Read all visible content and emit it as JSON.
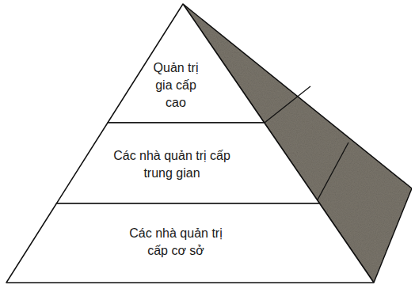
{
  "diagram": {
    "nodes": [
      {
        "text": [
          "Quản trị gia cấp cao"
        ]
      },
      {
        "text": [
          "Các nhà quản trị cấp trung gian"
        ]
      },
      {
        "text": [
          "Các nhà quản trị cấp cơ sở"
        ]
      }
    ]
  }
}
